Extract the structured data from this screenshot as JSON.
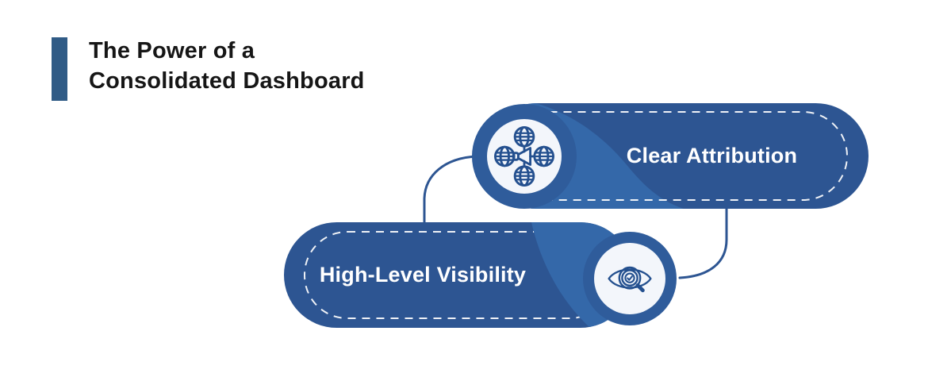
{
  "title": {
    "line1": "The Power of a",
    "line2": "Consolidated Dashboard"
  },
  "cards": [
    {
      "id": "clear-attribution",
      "label": "Clear Attribution",
      "icon": "broadcast-globes-icon"
    },
    {
      "id": "high-level-visibility",
      "label": "High-Level Visibility",
      "icon": "eye-magnifier-check-icon"
    }
  ],
  "colors": {
    "pill_blue": "#2D5592",
    "wedge_blue": "#3468A9",
    "ring_blue": "#2F5C9B",
    "badge_bg": "#F3F6FB",
    "icon_stroke": "#24508F",
    "connector": "#2D5592",
    "label_text": "#FFFFFF",
    "title_text": "#161616",
    "accent_bar": "#305B86",
    "background": "#FFFFFF",
    "dash": "#FFFFFF"
  }
}
